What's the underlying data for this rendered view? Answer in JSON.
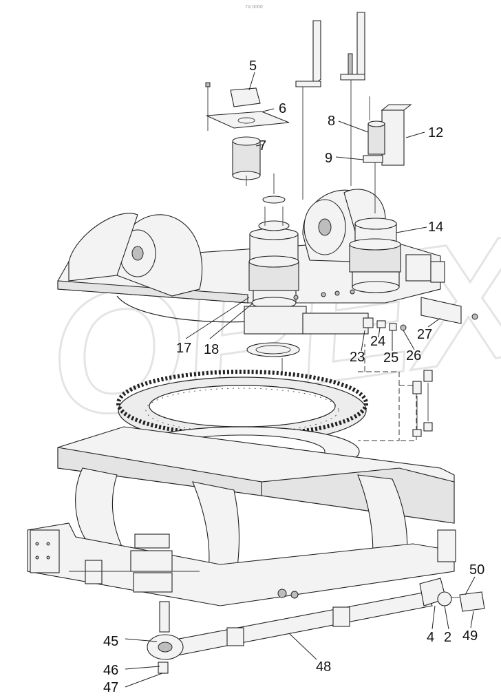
{
  "header": {
    "small_mark": "Га 0000"
  },
  "watermark": {
    "text": "OPEX",
    "color": "#e6e6e6"
  },
  "callouts": [
    "5",
    "6",
    "7",
    "8",
    "9",
    "12",
    "14",
    "17",
    "18",
    "23",
    "24",
    "25",
    "26",
    "27",
    "50",
    "45",
    "4",
    "2",
    "49",
    "46",
    "48",
    "47"
  ],
  "colors": {
    "line": "#222222",
    "fill": "#f3f3f3",
    "shade": "#bdbdbd"
  }
}
